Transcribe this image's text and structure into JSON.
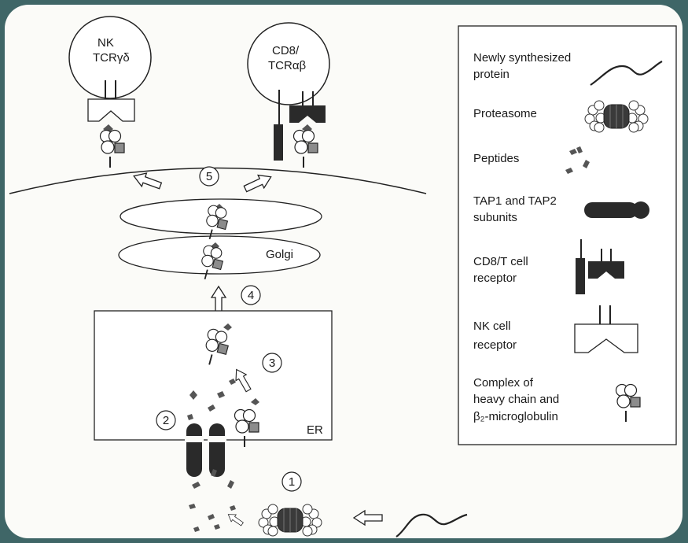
{
  "diagram": {
    "nk_cell": {
      "line1": "NK",
      "line2": "TCRγδ"
    },
    "t_cell": {
      "line1": "CD8/",
      "line2": "TCRαβ"
    },
    "golgi_label": "Golgi",
    "er_label": "ER",
    "steps": [
      "1",
      "2",
      "3",
      "4",
      "5"
    ]
  },
  "legend": {
    "items": [
      {
        "name": "newly-synthesized-protein",
        "lines": [
          "Newly synthesized",
          "protein"
        ]
      },
      {
        "name": "proteasome",
        "lines": [
          "Proteasome"
        ]
      },
      {
        "name": "peptides",
        "lines": [
          "Peptides"
        ]
      },
      {
        "name": "tap-subunits",
        "lines": [
          "TAP1 and TAP2",
          "subunits"
        ]
      },
      {
        "name": "cd8-t-cell-receptor",
        "lines": [
          "CD8/T cell",
          "receptor"
        ]
      },
      {
        "name": "nk-cell-receptor",
        "lines": [
          "NK cell",
          "receptor"
        ]
      },
      {
        "name": "heavy-chain-complex",
        "lines": [
          "Complex of",
          "heavy chain and",
          "β₂-microglobulin"
        ]
      }
    ]
  },
  "colors": {
    "dark": "#2a2a2a",
    "gray": "#8c8c8c",
    "line": "#222222",
    "background": "#3f6667"
  }
}
